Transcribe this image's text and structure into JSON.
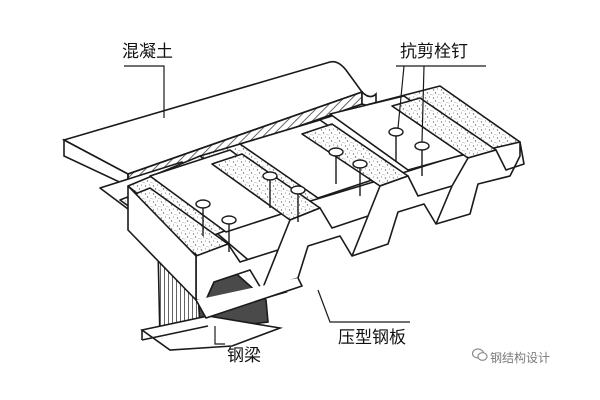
{
  "labels": {
    "concrete": "混凝土",
    "shear_studs": "抗剪栓钉",
    "deck": "压型钢板",
    "beam": "钢梁"
  },
  "watermark": {
    "text": "钢结构设计",
    "icon": "wechat-logo-icon"
  },
  "colors": {
    "line": "#1a1a1a",
    "aggregate": "#d9d9d9",
    "hatch": "#3a3a3a",
    "background": "#ffffff"
  }
}
